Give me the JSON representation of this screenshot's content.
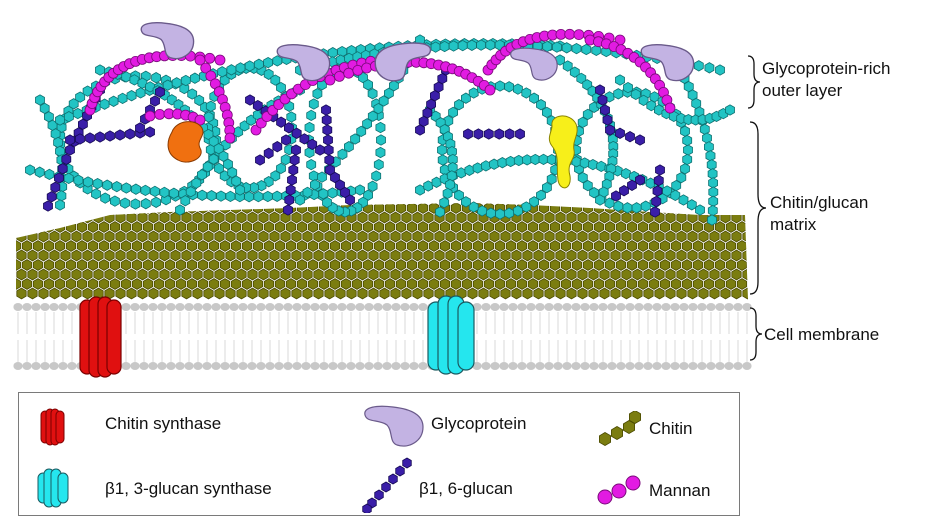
{
  "labels": {
    "outer_layer": [
      "Glycoprotein-rich",
      "outer layer"
    ],
    "matrix": [
      "Chitin/glucan",
      "matrix"
    ],
    "membrane": "Cell membrane"
  },
  "legend": {
    "chitin_synthase": "Chitin synthase",
    "glucan_synthase": "β1, 3-glucan synthase",
    "glycoprotein": "Glycoprotein",
    "b16_glucan": "β1, 6-glucan",
    "chitin": "Chitin",
    "mannan": "Mannan"
  },
  "colors": {
    "chitin": "#7b7d10",
    "b13_glucan": "#22c4c4",
    "b16_glucan": "#3a1ea8",
    "mannan": "#e21be2",
    "glycoprotein": "#c3b3e3",
    "chitin_synthase": "#e01010",
    "glucan_synthase": "#25e6ee",
    "membrane": "#c8c8c8",
    "protein_orange": "#f07010",
    "protein_yellow": "#f7ef1a"
  }
}
